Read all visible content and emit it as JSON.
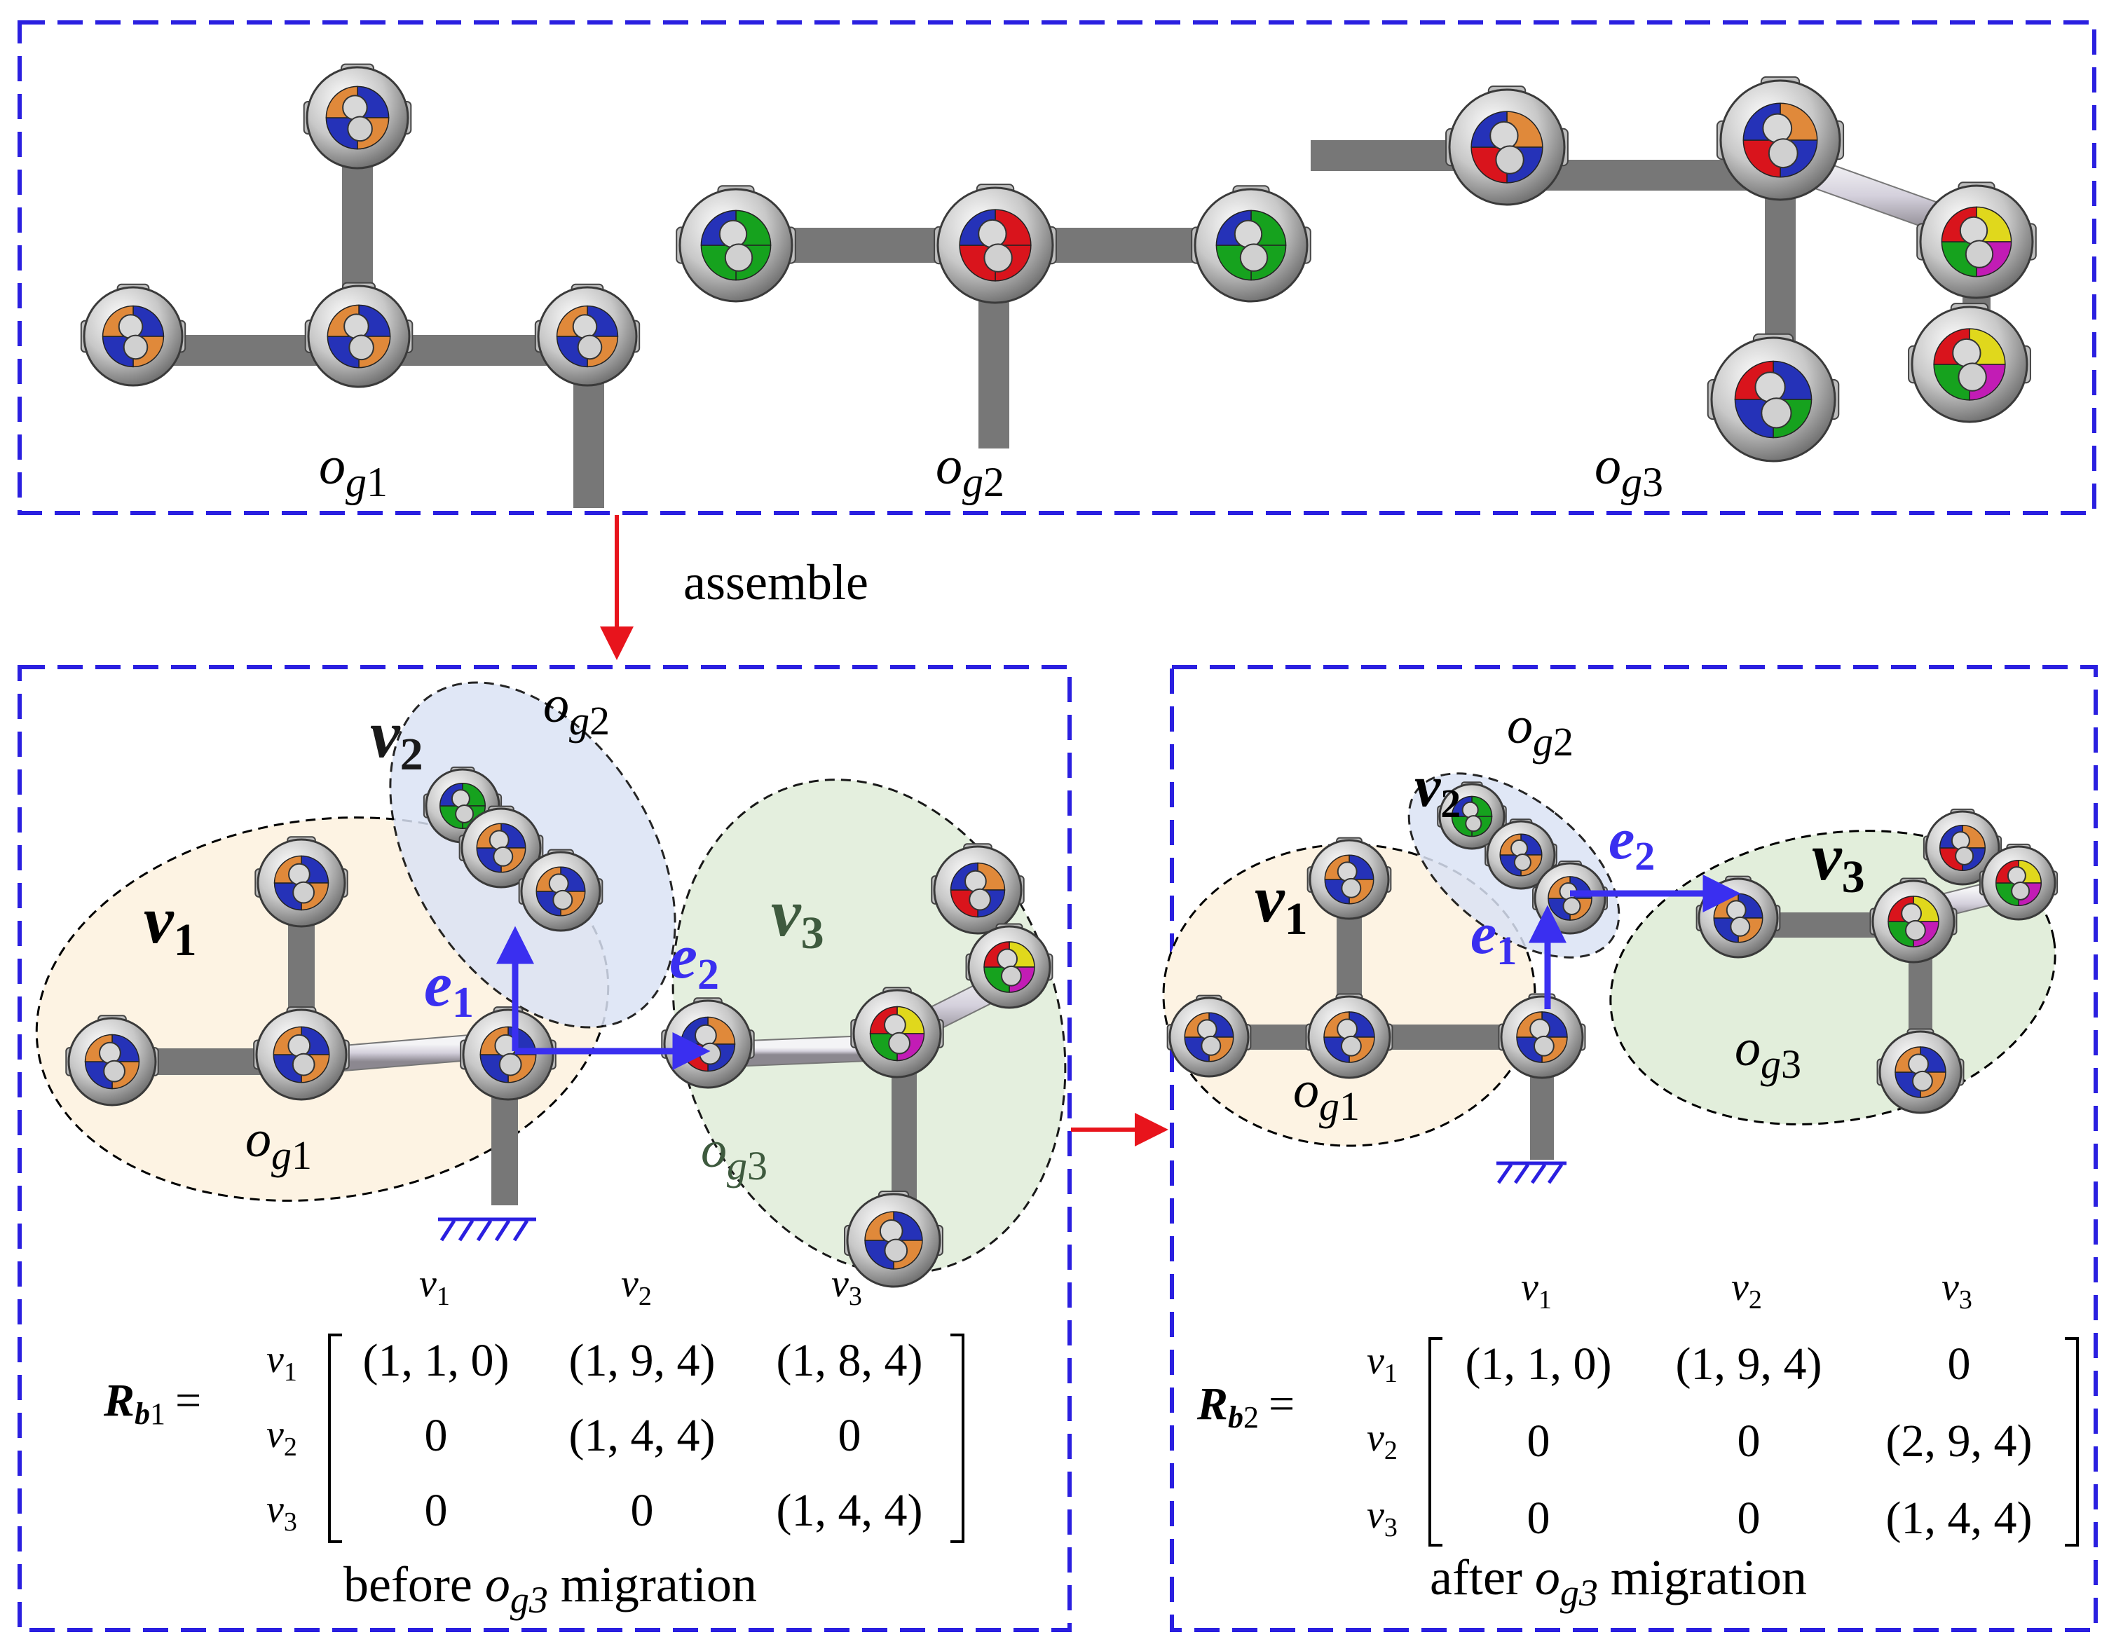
{
  "top_panel": {
    "groups": [
      {
        "base": "o",
        "sub": "g",
        "num": "1"
      },
      {
        "base": "o",
        "sub": "g",
        "num": "2"
      },
      {
        "base": "o",
        "sub": "g",
        "num": "3"
      }
    ],
    "assemble_label": "assemble"
  },
  "before_panel": {
    "vertices": [
      {
        "base": "v",
        "sub": "1"
      },
      {
        "base": "v",
        "sub": "2"
      },
      {
        "base": "v",
        "sub": "3"
      }
    ],
    "edges": [
      {
        "base": "e",
        "sub": "1"
      },
      {
        "base": "e",
        "sub": "2"
      }
    ],
    "groups": [
      {
        "base": "o",
        "sub": "g",
        "num": "1"
      },
      {
        "base": "o",
        "sub": "g",
        "num": "2"
      },
      {
        "base": "o",
        "sub": "g",
        "num": "3"
      }
    ],
    "matrix": {
      "name_base": "R",
      "name_sub": "b",
      "name_num": "1",
      "equals": "=",
      "col_headers": [
        {
          "base": "v",
          "sub": "1"
        },
        {
          "base": "v",
          "sub": "2"
        },
        {
          "base": "v",
          "sub": "3"
        }
      ],
      "row_headers": [
        {
          "base": "v",
          "sub": "1"
        },
        {
          "base": "v",
          "sub": "2"
        },
        {
          "base": "v",
          "sub": "3"
        }
      ],
      "rows": [
        [
          "(1, 1, 0)",
          "(1, 9, 4)",
          "(1, 8, 4)"
        ],
        [
          "0",
          "(1, 4, 4)",
          "0"
        ],
        [
          "0",
          "0",
          "(1, 4, 4)"
        ]
      ]
    },
    "caption": {
      "pre": "before ",
      "base": "o",
      "sub": "g3",
      "post": " migration"
    }
  },
  "after_panel": {
    "vertices": [
      {
        "base": "v",
        "sub": "1"
      },
      {
        "base": "v",
        "sub": "2"
      },
      {
        "base": "v",
        "sub": "3"
      }
    ],
    "edges": [
      {
        "base": "e",
        "sub": "1"
      },
      {
        "base": "e",
        "sub": "2"
      }
    ],
    "groups": [
      {
        "base": "o",
        "sub": "g",
        "num": "1"
      },
      {
        "base": "o",
        "sub": "g",
        "num": "2"
      },
      {
        "base": "o",
        "sub": "g",
        "num": "3"
      }
    ],
    "matrix": {
      "name_base": "R",
      "name_sub": "b",
      "name_num": "2",
      "equals": "=",
      "col_headers": [
        {
          "base": "v",
          "sub": "1"
        },
        {
          "base": "v",
          "sub": "2"
        },
        {
          "base": "v",
          "sub": "3"
        }
      ],
      "row_headers": [
        {
          "base": "v",
          "sub": "1"
        },
        {
          "base": "v",
          "sub": "2"
        },
        {
          "base": "v",
          "sub": "3"
        }
      ],
      "rows": [
        [
          "(1, 1, 0)",
          "(1, 9, 4)",
          "0"
        ],
        [
          "0",
          "0",
          "(2, 9, 4)"
        ],
        [
          "0",
          "0",
          "(1, 4, 4)"
        ]
      ]
    },
    "caption": {
      "pre": "after ",
      "base": "o",
      "sub": "g3",
      "post": " migration"
    }
  },
  "colors": {
    "frame": "#2a1fe0",
    "arrow_red": "#e8141c",
    "edge_arrow": "#3a2ff0",
    "v1_fill": "#fdf3e3",
    "v2_fill": "#dbe3f5",
    "v3_fill": "#e2eedb",
    "v3_text": "#3e5a3e",
    "module_red": "#d9141c",
    "module_green": "#16a21e",
    "module_blue": "#2532b8",
    "module_orange": "#e0893a",
    "module_yellow": "#e0d81c",
    "module_magenta": "#c21cb5"
  }
}
